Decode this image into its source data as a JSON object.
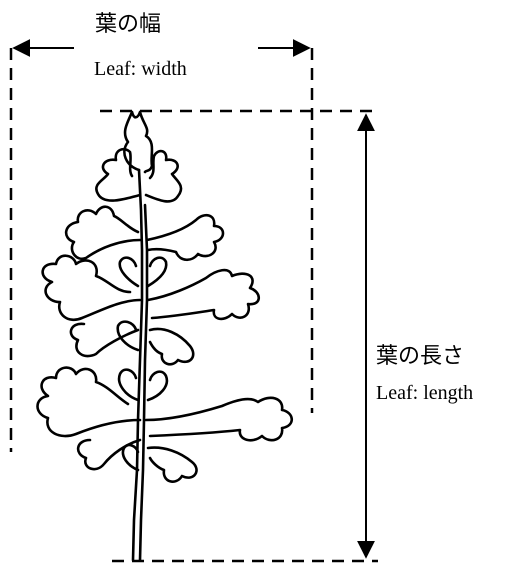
{
  "labels": {
    "width_jp": "葉の幅",
    "width_en": "Leaf: width",
    "length_jp": "葉の長さ",
    "length_en": "Leaf: length"
  },
  "colors": {
    "ink": "#000000",
    "background": "#ffffff"
  },
  "icons": {
    "width_arrow": "double-headed-horizontal-arrow",
    "length_arrow": "double-headed-vertical-arrow",
    "leaf": "leaf-line-drawing"
  }
}
